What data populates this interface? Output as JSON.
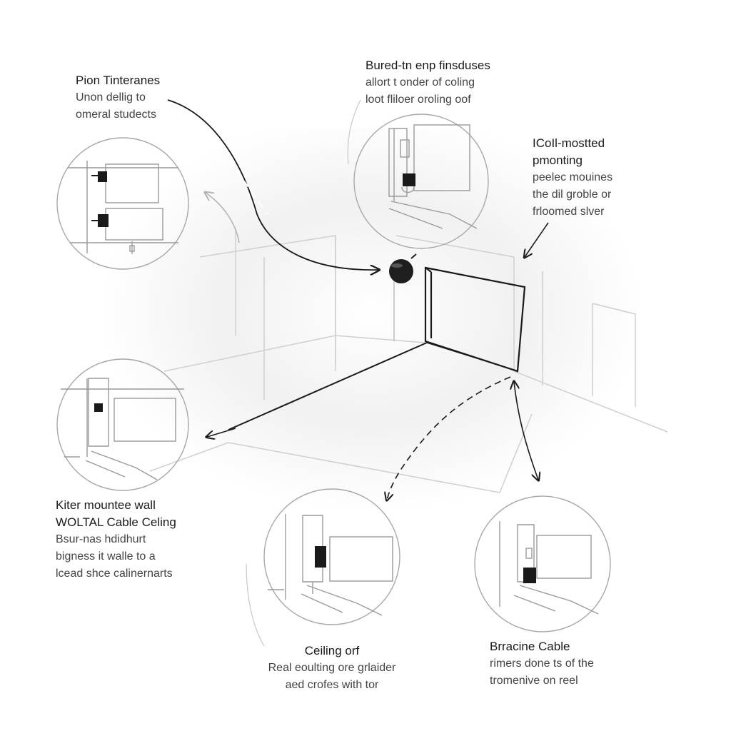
{
  "colors": {
    "line": "#9a9a9a",
    "light_line": "#c8c8c8",
    "ink": "#1a1a1a",
    "text": "#444444",
    "background": "#ffffff",
    "vignette": "#eeeeee"
  },
  "icons": {
    "ceiling_fixture": "black-dome-fixture-icon",
    "mount_bracket": "bracket-icon"
  },
  "callouts": {
    "top_left": {
      "title": "Pion Tinteranes",
      "lines": [
        "Unon dellig to",
        "omeral studects"
      ]
    },
    "top_center": {
      "title": "Bured-tn enp finsduses",
      "lines": [
        "allort t onder of coling",
        "loot fliloer oroling oof"
      ]
    },
    "right": {
      "title": "ICoIl-mostted",
      "title2": "pmonting",
      "lines": [
        "peelec mouines",
        "the dil groble or",
        "frloomed slver"
      ]
    },
    "left": {
      "title": "Kiter mountee wall",
      "title2": "WOLTAL Cable Celing",
      "lines": [
        "Bsur-nas hdidhurt",
        "bigness it walle to a",
        "lcead shce calinernarts"
      ]
    },
    "bottom_center": {
      "title": "Ceiling orf",
      "lines": [
        "Real eoulting ore grlaider",
        "aed crofes with tor"
      ]
    },
    "bottom_right": {
      "title": "Brracine Cable",
      "lines": [
        "rimers done ts of the",
        "tromenive on reel"
      ]
    }
  }
}
